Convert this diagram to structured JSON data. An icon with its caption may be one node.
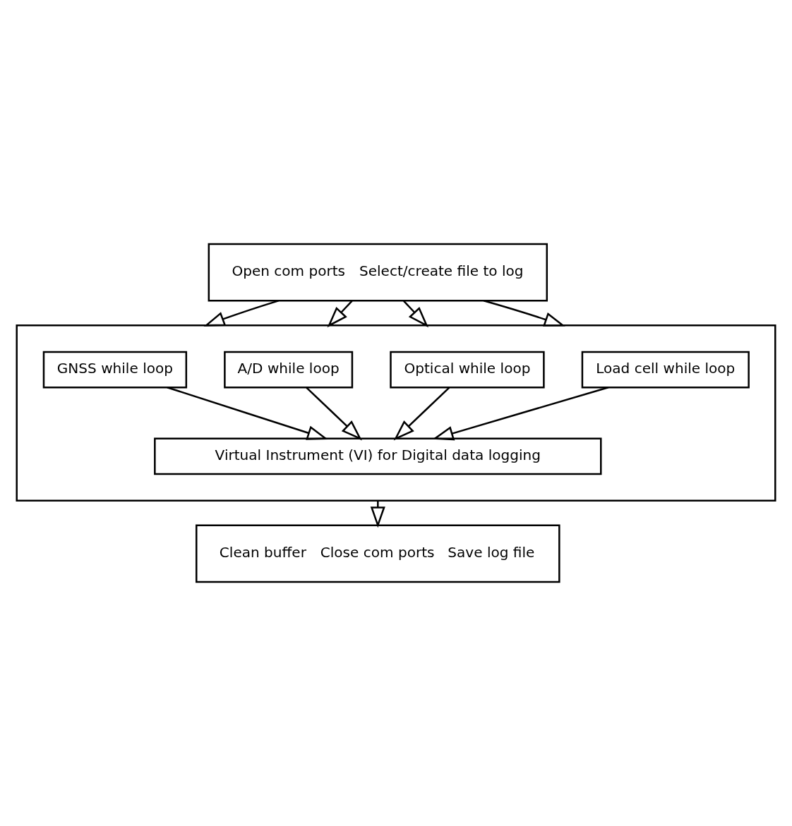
{
  "diagram": {
    "nodes": [
      {
        "text": [
          "Open com ports",
          "Select/create file to log"
        ]
      },
      {
        "text": [],
        "shape": "box"
      },
      {
        "text": [
          "GNSS while loop"
        ],
        "in": 1
      },
      {
        "text": [
          "A/D while loop"
        ],
        "in": 1
      },
      {
        "text": [
          "Optical while loop"
        ],
        "in": 1
      },
      {
        "text": [
          "Load cell while loop"
        ],
        "in": 1
      },
      {
        "text": [
          "Virtual Instrument (VI) for Digital data logging"
        ],
        "in": 1
      },
      {
        "text": [
          "Clean buffer",
          "Close com ports",
          "Save log file"
        ]
      }
    ],
    "edges": [
      {
        "from": 0,
        "to": 2,
        "arrow": "to"
      },
      {
        "from": 0,
        "to": 3,
        "arrow": "to"
      },
      {
        "from": 0,
        "to": 4,
        "arrow": "to"
      },
      {
        "from": 0,
        "to": 5,
        "arrow": "to"
      },
      {
        "from": 2,
        "to": 6,
        "arrow": "to"
      },
      {
        "from": 3,
        "to": 6,
        "arrow": "to"
      },
      {
        "from": 4,
        "to": 6,
        "arrow": "to"
      },
      {
        "from": 5,
        "to": 6,
        "arrow": "to"
      },
      {
        "from": 1,
        "to": 7,
        "arrow": "to"
      }
    ]
  }
}
